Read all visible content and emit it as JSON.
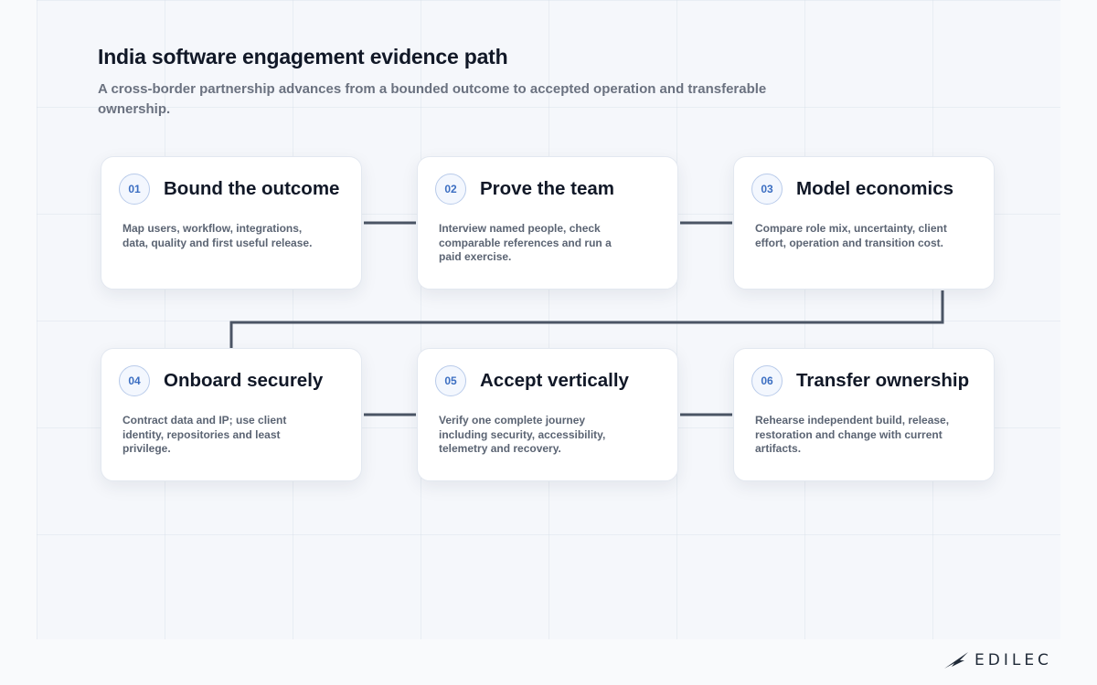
{
  "header": {
    "title": "India software engagement evidence path",
    "subtitle": "A cross-border partnership advances from a bounded outcome to accepted operation and transferable ownership."
  },
  "steps": [
    {
      "number": "01",
      "title": "Bound the outcome",
      "description": "Map users, workflow, integrations, data, quality and first useful release."
    },
    {
      "number": "02",
      "title": "Prove the team",
      "description": "Interview named people, check comparable references and run a paid exercise."
    },
    {
      "number": "03",
      "title": "Model economics",
      "description": "Compare role mix, uncertainty, client effort, operation and transition cost."
    },
    {
      "number": "04",
      "title": "Onboard securely",
      "description": "Contract data and IP; use client identity, repositories and least privilege."
    },
    {
      "number": "05",
      "title": "Accept vertically",
      "description": "Verify one complete journey including security, accessibility, telemetry and recovery."
    },
    {
      "number": "06",
      "title": "Transfer ownership",
      "description": "Rehearse independent build, release, restoration and change with current artifacts."
    }
  ],
  "brand": {
    "logo_text": "EDILEC",
    "logo_icon": "bird-wing-icon"
  },
  "colors": {
    "connector": "#4b5565",
    "badge_text": "#3b6ec2",
    "title_text": "#111827",
    "body_text": "#5b6473"
  }
}
